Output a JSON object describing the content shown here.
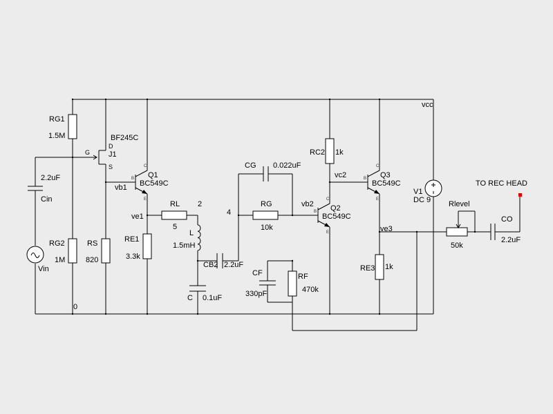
{
  "labels": {
    "rg1": "RG1",
    "rg1_val": "1.5M",
    "rg2": "RG2",
    "rg2_val": "1M",
    "rs": "RS",
    "rs_val": "820",
    "j1_model": "BF245C",
    "j1": "J1",
    "j1_d": "D",
    "j1_g": "G",
    "j1_s": "S",
    "cin_val": "2.2uF",
    "cin": "Cin",
    "vin": "Vin",
    "gnd": "0",
    "q1": "Q1",
    "q1_model": "BC549C",
    "vb1": "vb1",
    "ve1": "ve1",
    "re1": "RE1",
    "re1_val": "3.3k",
    "rl": "RL",
    "rl_val": "5",
    "node2": "2",
    "l": "L",
    "l_val": "1.5mH",
    "c": "C",
    "c_val": "0.1uF",
    "cb2": "CB2",
    "cb2_val": "2.2uF",
    "cg": "CG",
    "cg_val": "0.022uF",
    "node4": "4",
    "rg": "RG",
    "rg_val": "10k",
    "cf": "CF",
    "cf_val": "330pF",
    "rf": "RF",
    "rf_val": "470k",
    "vb2": "vb2",
    "q2": "Q2",
    "q2_model": "BC549C",
    "rc2": "RC2",
    "rc2_val": "1k",
    "vc2": "vc2",
    "q3": "Q3",
    "q3_model": "BC549C",
    "ve3": "ve3",
    "re3": "RE3",
    "re3_val": "1k",
    "vcc": "vcc",
    "v1": "V1",
    "v1_val": "DC 9",
    "rlevel": "Rlevel",
    "rlevel_val": "50k",
    "co": "CO",
    "co_val": "2.2uF",
    "rec_head": "TO REC HEAD",
    "pin_c": "C",
    "pin_b": "B",
    "pin_e": "E"
  },
  "colors": {
    "background": "#ececec",
    "wire": "#000000",
    "output_terminal": "#dd0000"
  }
}
